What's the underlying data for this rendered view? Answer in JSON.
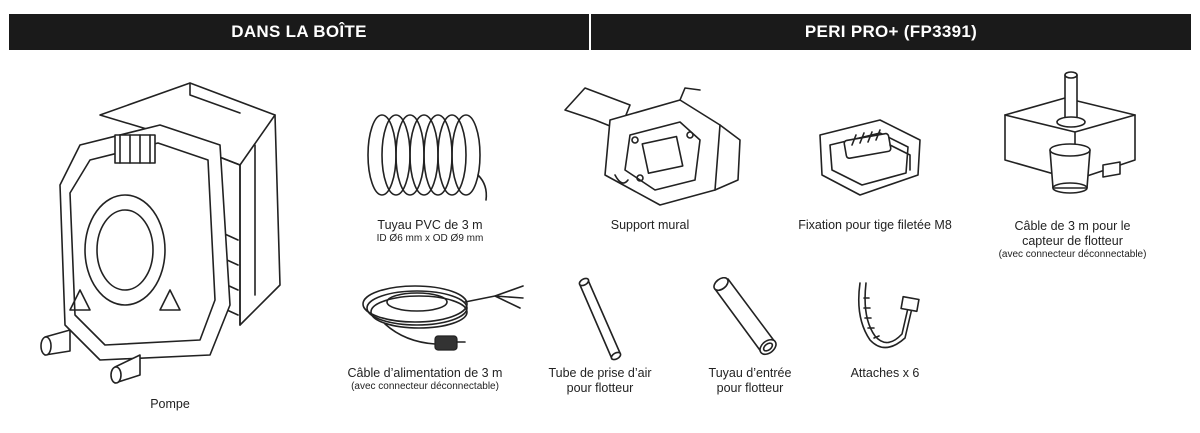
{
  "header": {
    "left_title": "DANS LA BOÎTE",
    "right_title": "PERI PRO+ (FP3391)"
  },
  "items": {
    "pump": {
      "label": "Pompe",
      "icon": "pump-icon"
    },
    "pvc_tube": {
      "label": "Tuyau PVC de 3 m",
      "sub": "ID Ø6 mm x OD Ø9 mm",
      "icon": "coiled-tube-icon"
    },
    "power_cable": {
      "label": "Câble d’alimentation de 3 m",
      "sub": "(avec connecteur déconnectable)",
      "icon": "power-cable-icon"
    },
    "wall_bracket": {
      "label": "Support mural",
      "icon": "wall-bracket-icon"
    },
    "rod_clamp": {
      "label": "Fixation pour tige filetée M8",
      "icon": "rod-clamp-icon"
    },
    "float_cable": {
      "label_1": "Câble de 3 m pour le",
      "label_2": "capteur de flotteur",
      "sub": "(avec connecteur déconnectable)",
      "icon": "float-sensor-icon"
    },
    "air_tube": {
      "label_1": "Tube de prise d’air",
      "label_2": "pour flotteur",
      "icon": "air-tube-icon"
    },
    "inlet_tube": {
      "label_1": "Tuyau d’entrée",
      "label_2": "pour flotteur",
      "icon": "inlet-tube-icon"
    },
    "ties": {
      "label": "Attaches x 6",
      "icon": "cable-tie-icon"
    }
  }
}
